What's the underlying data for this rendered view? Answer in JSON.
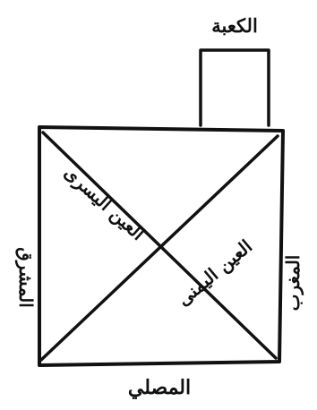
{
  "labels": {
    "kaaba": "الكعبة",
    "left_eye": "العين اليسرى",
    "right_eye": "العين اليمنى",
    "east": "المشرق",
    "west": "المغرب",
    "worshipper": "المصلي"
  }
}
